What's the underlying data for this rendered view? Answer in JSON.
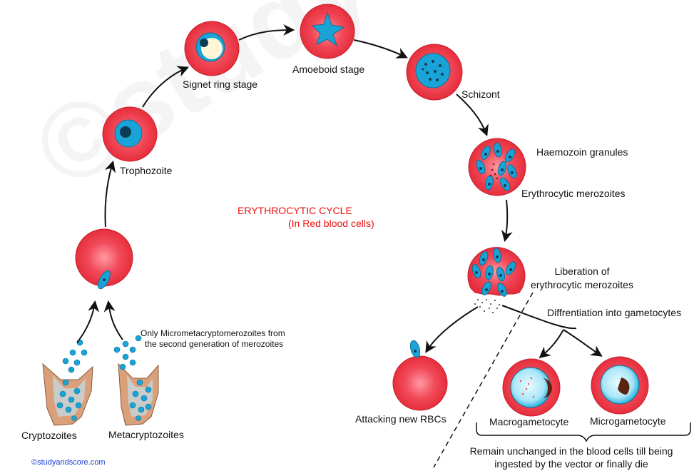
{
  "title": {
    "line1": "ERYTHROCYTIC CYCLE",
    "line2": "(In Red blood cells)"
  },
  "labels": {
    "signet": "Signet ring stage",
    "amoeboid": "Amoeboid stage",
    "schizont": "Schizont",
    "trophozoite": "Trophozoite",
    "haemozoin": "Haemozoin granules",
    "merozoites": "Erythrocytic merozoites",
    "liberation1": "Liberation of",
    "liberation2": "erythrocytic merozoites",
    "differentiation": "Diffrentiation into gametocytes",
    "only1": "Only  Micrometacryptomerozoites from",
    "only2": "the second generation of merozoites",
    "cryptozoites": "Cryptozoites",
    "metacryptozoites": "Metacryptozoites",
    "attacking": "Attacking new RBCs",
    "macrogametocyte": "Macrogametocyte",
    "microgametocyte": "Microgametocyte",
    "remain1": "Remain unchanged in the blood cells till being",
    "remain2": "ingested by the vector or finally die"
  },
  "watermark": "©studyandscore.com",
  "credit": "©studyandscore.com",
  "colors": {
    "rbc": "#ee3344",
    "rbc_center": "#ff9aa3",
    "parasite": "#1aa3d6",
    "nucleus": "#0d3d55",
    "liver_cell": "#d9a07a",
    "liver_inner": "#c9ccc8",
    "title": "#e11111",
    "credit": "#1a3fd0"
  }
}
